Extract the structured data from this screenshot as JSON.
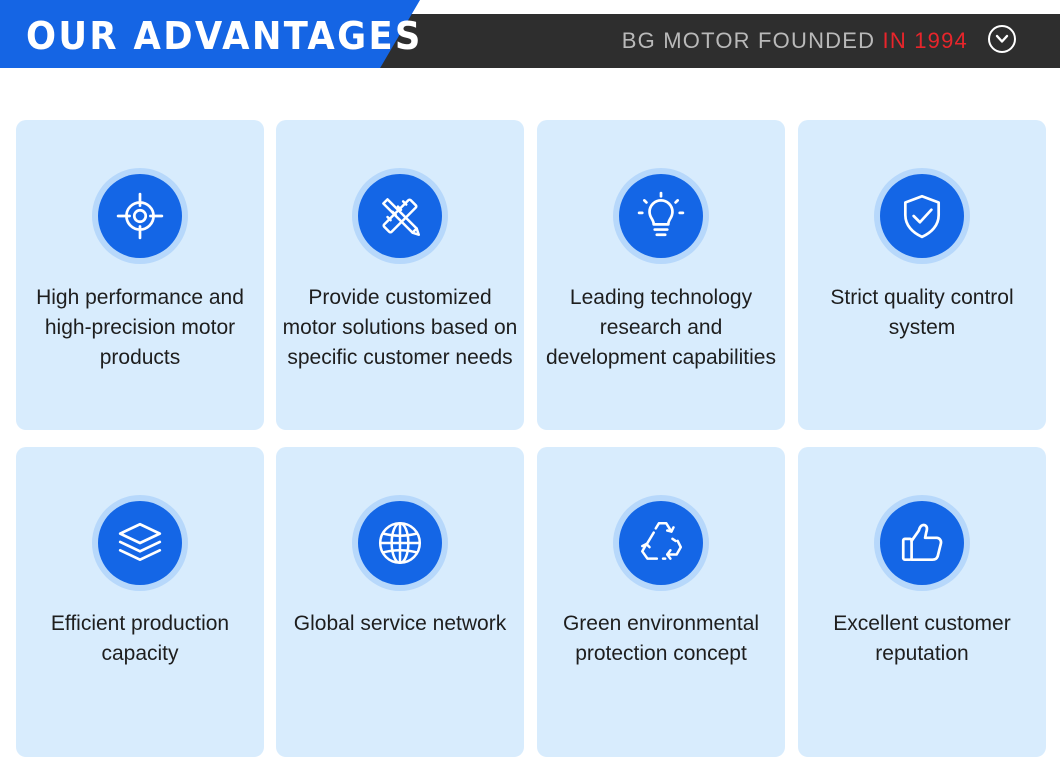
{
  "header": {
    "title": "OUR ADVANTAGES",
    "tagline_prefix": "BG MOTOR FOUNDED ",
    "tagline_highlight": "IN 1994",
    "colors": {
      "blue": "#1565e4",
      "dark": "#2e2e2e",
      "highlight": "#e8252b",
      "tagline": "#b9b9b9"
    },
    "toggle_icon": "chevron-down-icon"
  },
  "advantages": [
    {
      "icon": "target-icon",
      "text": "High performance and high-precision motor products"
    },
    {
      "icon": "pencil-ruler-icon",
      "text": "Provide customized motor solutions based on specific customer needs"
    },
    {
      "icon": "lightbulb-icon",
      "text": "Leading technology research and development capabilities"
    },
    {
      "icon": "shield-check-icon",
      "text": "Strict quality control system"
    },
    {
      "icon": "layers-icon",
      "text": "Efficient production capacity"
    },
    {
      "icon": "globe-icon",
      "text": "Global service network"
    },
    {
      "icon": "recycle-icon",
      "text": "Green environmental protection concept"
    },
    {
      "icon": "thumbs-up-icon",
      "text": "Excellent customer reputation"
    }
  ],
  "card_colors": {
    "background": "#d8ecfd",
    "ring": "#b7d8fb",
    "icon_fill": "#1466e6"
  }
}
